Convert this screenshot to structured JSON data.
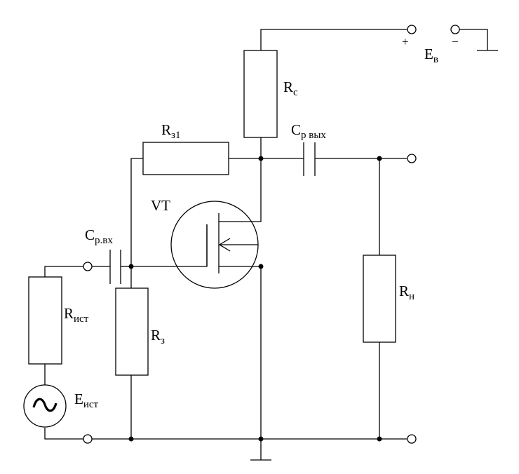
{
  "labels": {
    "rc": {
      "main": "R",
      "sub": "c"
    },
    "rz1": {
      "main": "R",
      "sub": "з1"
    },
    "cout": {
      "main": "C",
      "sub": "р вых"
    },
    "vt": "VT",
    "cin": {
      "main": "C",
      "sub": "р.вх"
    },
    "rist": {
      "main": "R",
      "sub": "ист"
    },
    "rz": {
      "main": "R",
      "sub": "з"
    },
    "rn": {
      "main": "R",
      "sub": "н"
    },
    "eist": {
      "main": "E",
      "sub": "ист"
    },
    "ev": {
      "main": "E",
      "sub": "в"
    },
    "plus": "+",
    "minus": "−"
  }
}
